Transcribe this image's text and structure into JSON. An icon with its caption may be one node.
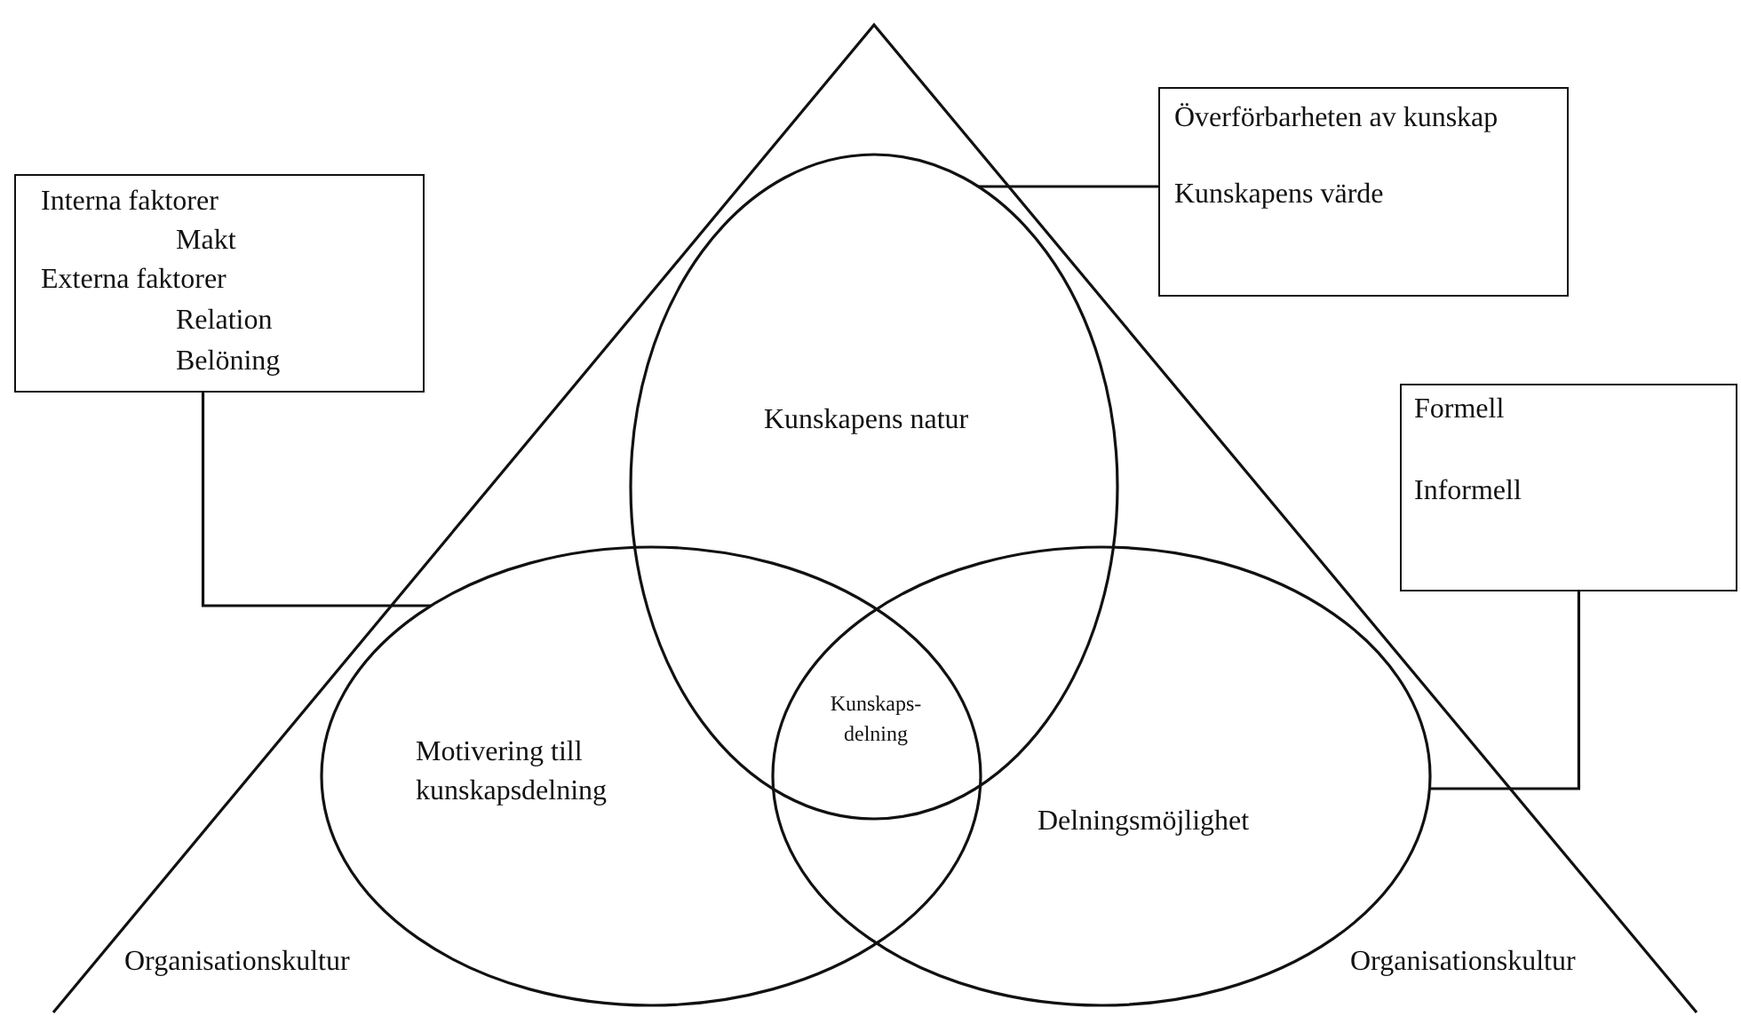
{
  "diagram": {
    "nodes": [
      {
        "text": [
          "Interna faktorer",
          "Makt",
          "Externa faktorer",
          "Relation",
          "Belöning"
        ]
      },
      {
        "text": [
          "Överförbarheten av kunskap",
          "Kunskapens värde"
        ]
      },
      {
        "text": [
          "Formell",
          "Informell"
        ]
      },
      {
        "text": [
          "Kunskapens natur"
        ]
      },
      {
        "text": [
          "Motivering till kunskapsdelning"
        ]
      },
      {
        "text": [
          "Delningsmöjlighet"
        ]
      }
    ],
    "edges": [
      {
        "from": 0,
        "to": 4,
        "arrow": "none"
      },
      {
        "from": 1,
        "to": 3,
        "arrow": "none"
      },
      {
        "from": 2,
        "to": 5,
        "arrow": "none"
      }
    ],
    "labels": [
      "Kunskaps-delning",
      "Organisationskultur",
      "Organisationskultur"
    ]
  }
}
